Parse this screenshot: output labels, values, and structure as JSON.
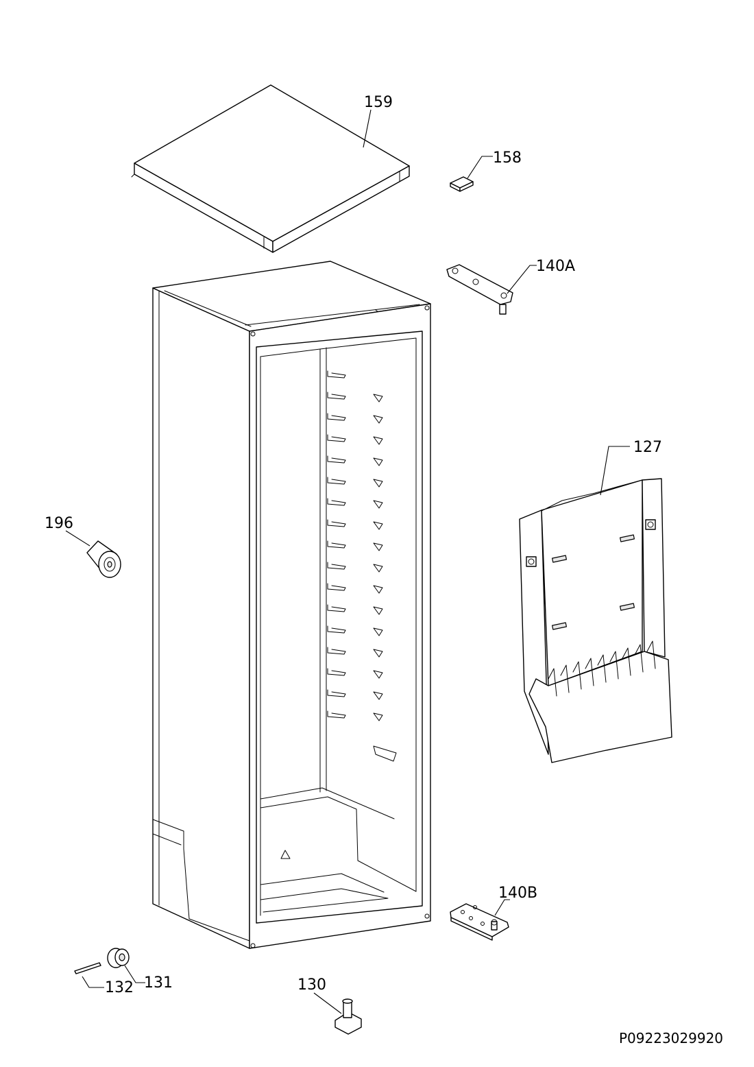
{
  "parts": {
    "p159": "159",
    "p158": "158",
    "p140a": "140A",
    "p127": "127",
    "p196": "196",
    "p140b": "140B",
    "p131": "131",
    "p132": "132",
    "p130": "130"
  },
  "reference_code": "P09223029920"
}
